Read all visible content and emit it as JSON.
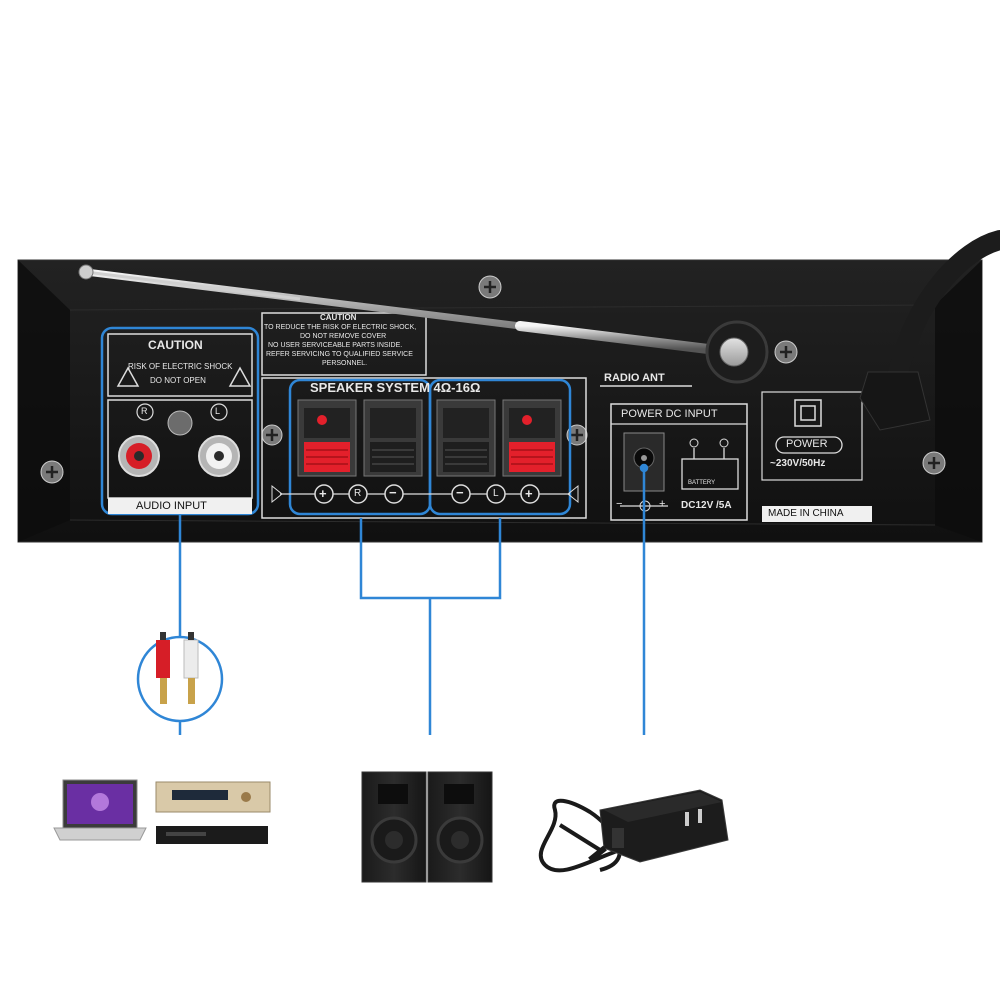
{
  "caution_box": {
    "title": "CAUTION",
    "line1": "RISK OF ELECTRIC SHOCK",
    "line2": "DO NOT OPEN"
  },
  "caution_notice": {
    "title": "CAUTION",
    "lines": [
      "TO REDUCE THE RISK OF ELECTRIC SHOCK,",
      "DO NOT REMOVE COVER",
      "NO USER SERVICEABLE PARTS INSIDE.",
      "REFER SERVICING TO QUALIFIED SERVICE",
      "PERSONNEL."
    ]
  },
  "audio_input": {
    "label": "AUDIO INPUT",
    "right": "R",
    "left": "L"
  },
  "speaker": {
    "title": "SPEAKER SYSTEM 4Ω-16Ω",
    "right": "R",
    "left": "L",
    "plus": "+",
    "minus": "−"
  },
  "radio_ant": "RADIO ANT",
  "power_dc": {
    "title": "POWER DC INPUT",
    "battery": "BATTERY",
    "rating": "DC12V /5A",
    "polarity_minus": "−",
    "polarity_plus": "+"
  },
  "power": {
    "label": "POWER",
    "rating": "~230V/50Hz"
  },
  "made_in": "MADE IN CHINA",
  "colors": {
    "accent_blue": "#2f86d6",
    "panel_black": "#151515",
    "terminal_red": "#e3202b"
  }
}
